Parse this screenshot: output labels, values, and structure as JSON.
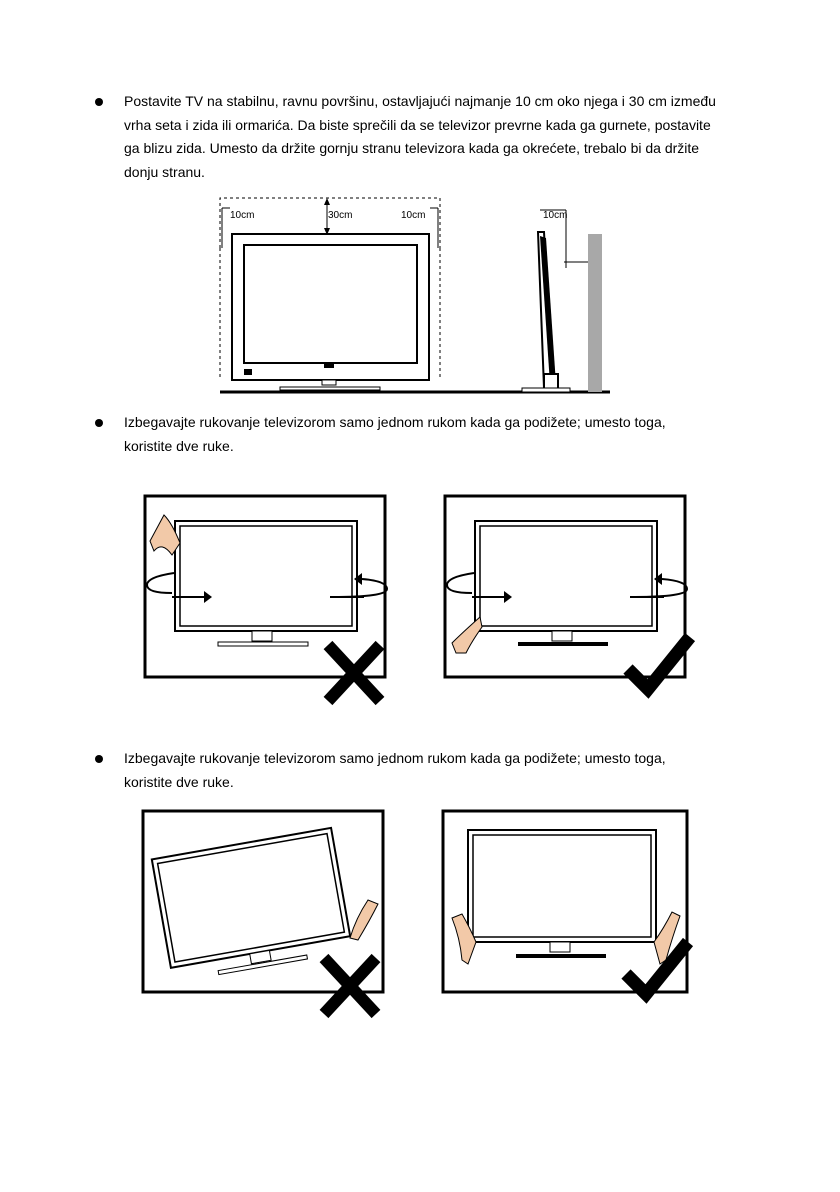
{
  "sections": [
    {
      "lines": [
        "Postavite TV na stabilnu, ravnu površinu, ostavljajući najmanje 10 cm oko njega i 30 cm između",
        "vrha seta i zida ili ormarića. Da biste sprečili da se televizor prevrne kada ga gurnete, postavite",
        "ga blizu zida. Umesto da držite gornju stranu televizora kada ga okrećete, trebalo bi da držite",
        "donju stranu."
      ]
    },
    {
      "lines": [
        "Izbegavajte rukovanje televizorom samo jednom rukom kada ga podižete; umesto toga,",
        "koristite dve ruke."
      ]
    },
    {
      "lines": [
        "Izbegavajte rukovanje televizorom samo jednom rukom kada ga podižete; umesto toga,",
        "koristite dve ruke."
      ]
    }
  ],
  "clearance_figure": {
    "label_left": "10cm",
    "label_top": "30cm",
    "label_right": "10cm",
    "label_side": "10cm"
  },
  "figures": {
    "rotate_wrong": "cross-icon",
    "rotate_right": "check-icon",
    "lift_wrong": "cross-icon",
    "lift_right": "check-icon"
  }
}
